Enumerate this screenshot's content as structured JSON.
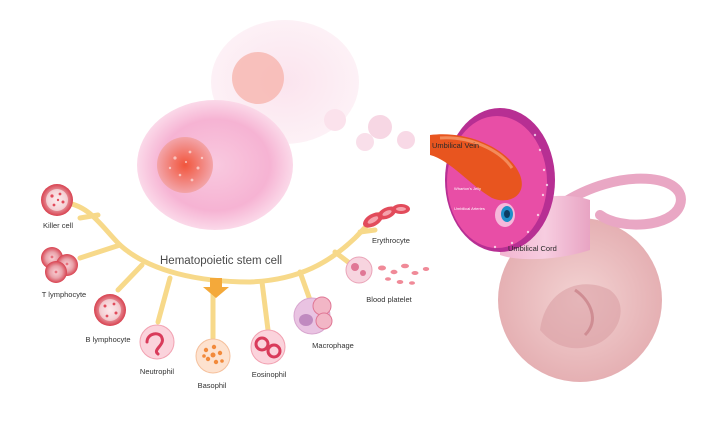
{
  "diagram": {
    "stem_cell_label": "Hematopoietic stem cell",
    "cell_types": {
      "killer_cell": "Killer cell",
      "t_lymphocyte": "T lymphocyte",
      "b_lymphocyte": "B lymphocyte",
      "neutrophil": "Neutrophil",
      "basophil": "Basophil",
      "eosinophil": "Eosinophil",
      "macrophage": "Macrophage",
      "blood_platelet": "Blood platelet",
      "erythrocyte": "Erythrocyte"
    },
    "umbilical": {
      "vein": "Umbilical Vein",
      "cord": "Umbilical Cord",
      "wharton": "Wharton's Jelly",
      "artery": "Umbilical Arteries"
    },
    "colors": {
      "branch": "#f7d98a",
      "arrow": "#f4a93a",
      "stem_cell": "#f2a6c9",
      "cord_pink": "#e84ea6",
      "vein_red": "#e8551f"
    }
  }
}
